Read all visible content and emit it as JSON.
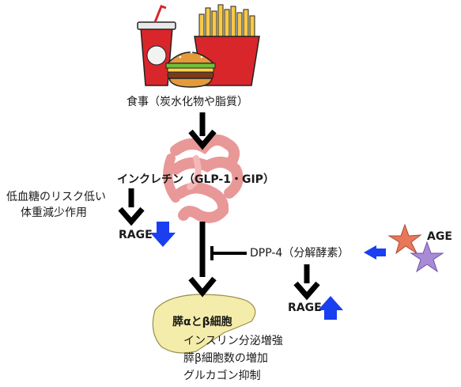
{
  "food_label": "食事（炭水化物や脂質）",
  "incretin_label": "インクレチン（GLP-1・GIP）",
  "low_sugar_line1": "低血糖のリスク低い",
  "low_sugar_line2": "体重減少作用",
  "rage_left": "RAGE",
  "dpp4_label": "DPP-4（分解酵素）",
  "age_label": "AGE",
  "rage_right": "RAGE",
  "pancreas_title": "膵αとβ細胞",
  "effects": [
    "インスリン分泌増強",
    "膵β細胞数の増加",
    "グルカゴン抑制"
  ],
  "colors": {
    "arrow": "#000000",
    "blue_arrow": "#1a3ff0",
    "intestine": "#f0a8a8",
    "pancreas": "#f4ecaa",
    "star_orange": "#e8785a",
    "star_purple": "#a98ad6"
  }
}
